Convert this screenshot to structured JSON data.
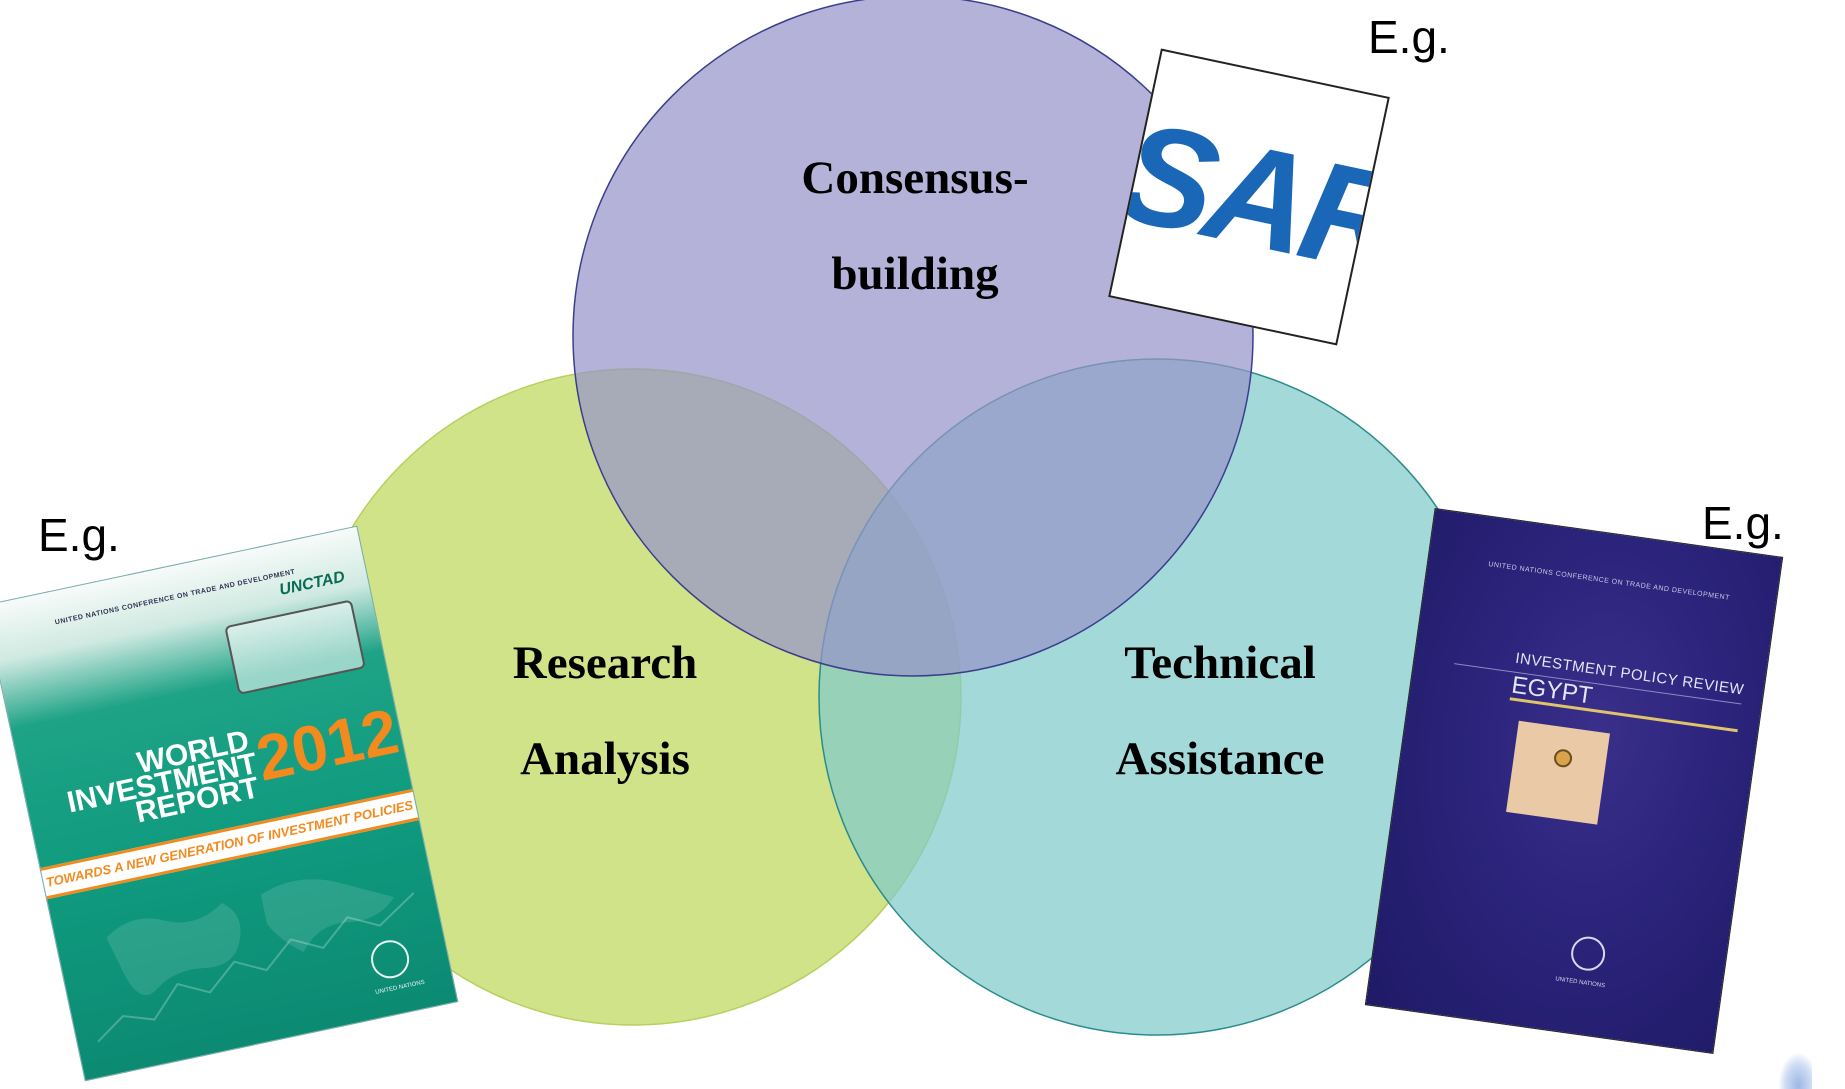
{
  "venn": {
    "top": {
      "line1": "Consensus-",
      "line2": "building",
      "color": "#9794c9",
      "stroke": "#3a3e8c"
    },
    "left": {
      "line1": "Research",
      "line2": "Analysis",
      "color": "#cfe283",
      "stroke": "#b9cf5f"
    },
    "right": {
      "line1": "Technical",
      "line2": "Assistance",
      "color": "#7fcacb",
      "stroke": "#2a8c8c"
    }
  },
  "examples": {
    "top_right": "E.g.",
    "left": "E.g.",
    "right": "E.g."
  },
  "isar_logo": {
    "text": "iSAR"
  },
  "wir_cover": {
    "org": "UNITED NATIONS CONFERENCE ON TRADE AND DEVELOPMENT",
    "brand": "UNCTAD",
    "title_line1": "WORLD",
    "title_line2": "INVESTMENT",
    "title_line3": "REPORT",
    "year": "2012",
    "subtitle": "TOWARDS A NEW GENERATION OF INVESTMENT POLICIES",
    "publisher": "UNITED NATIONS"
  },
  "ipr_cover": {
    "org": "UNITED NATIONS CONFERENCE ON TRADE AND DEVELOPMENT",
    "series": "INVESTMENT POLICY REVIEW",
    "country": "EGYPT",
    "publisher": "UNITED NATIONS"
  }
}
